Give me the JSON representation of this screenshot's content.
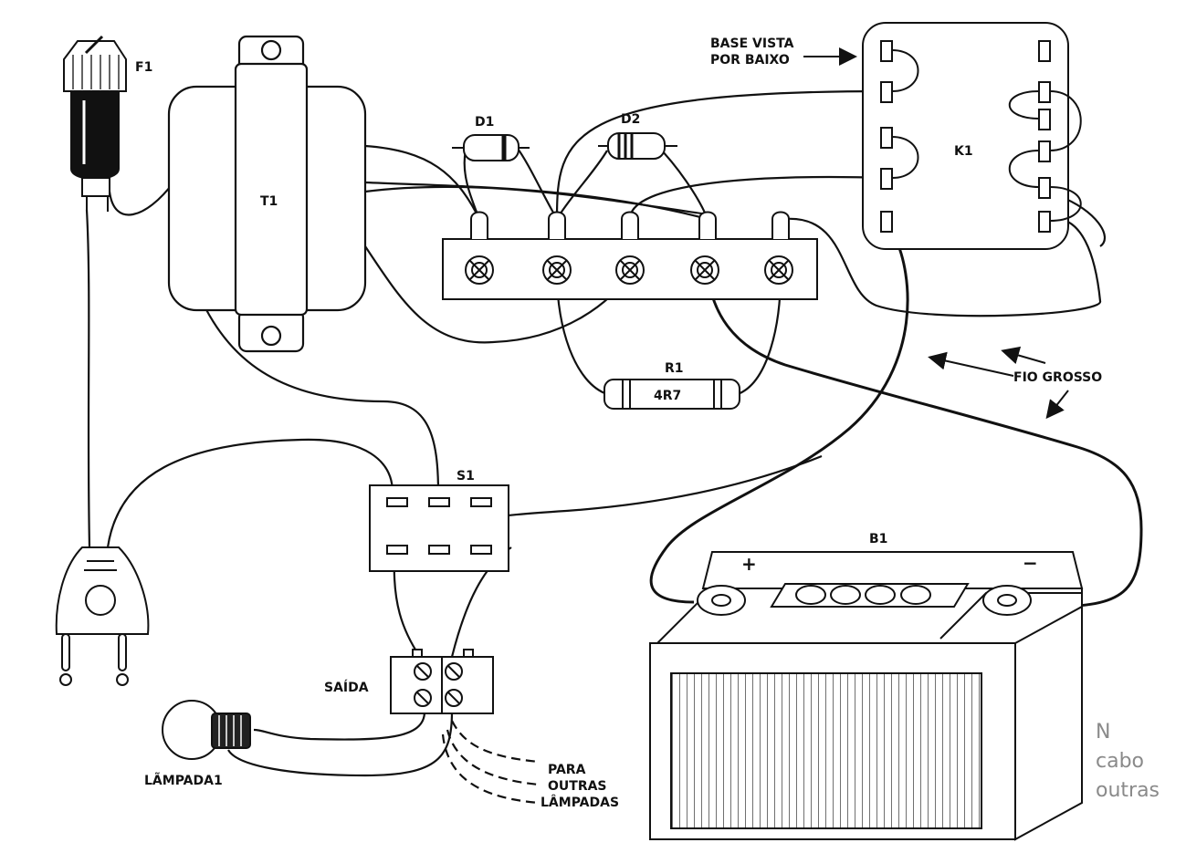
{
  "labels": {
    "fuse": "F1",
    "transformer": "T1",
    "diode1": "D1",
    "diode2": "D2",
    "relay": "K1",
    "resistor": "R1",
    "resistor_value": "4R7",
    "switch": "S1",
    "battery": "B1",
    "battery_plus": "+",
    "battery_minus": "−",
    "output": "SAÍDA",
    "lamp": "LÃMPADA1",
    "base_view_line1": "BASE VISTA",
    "base_view_line2": "POR BAIXO",
    "thick_wire": "FIO GROSSO",
    "other_lamps_line1": "PARA",
    "other_lamps_line2": "OUTRAS",
    "other_lamps_line3": "LÂMPADAS"
  },
  "background_text": {
    "right_fragment_1": "N",
    "right_fragment_2": "cabo",
    "right_fragment_3": "outras"
  },
  "colors": {
    "ink": "#111111",
    "paper": "#ffffff",
    "faded_text": "#8a8a8a"
  }
}
